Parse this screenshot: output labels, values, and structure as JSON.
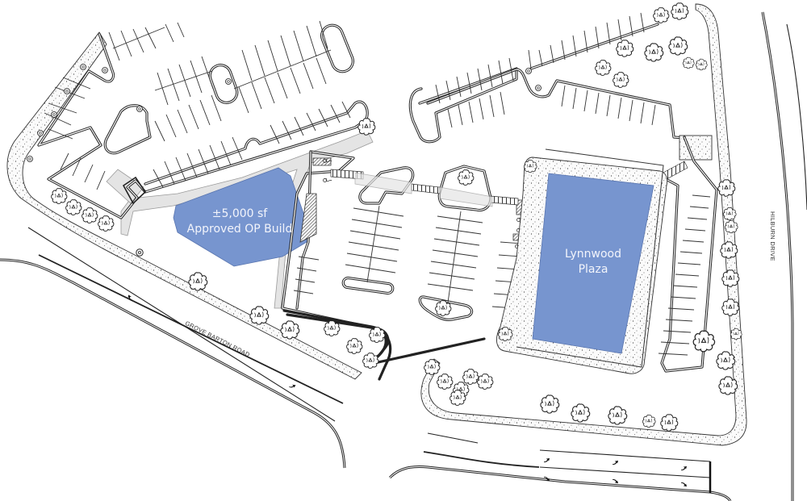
{
  "plan": {
    "type": "site-plan",
    "colors": {
      "building_fill": "#7795cf",
      "building_label": "#f2f4fb",
      "walkway_fill": "#e4e4e4",
      "linework": "#222222",
      "background": "#ffffff"
    }
  },
  "buildings": [
    {
      "id": "op-build",
      "line1": "±5,000 sf",
      "line2": "Approved OP Build"
    },
    {
      "id": "lynnwood-plaza",
      "line1": "Lynnwood",
      "line2": "Plaza"
    }
  ],
  "roads": [
    {
      "id": "grove-barton",
      "label": "GROVE BARTON ROAD"
    },
    {
      "id": "hilburn",
      "label": "HILBURN DRIVE"
    }
  ],
  "symbols": {
    "tree": "tree-canopy-icon",
    "shrub": "shrub-icon",
    "accessible_stall": "accessible-parking-icon",
    "lane_arrow": "turn-arrow-icon",
    "crosswalk": "crosswalk-hatch"
  }
}
